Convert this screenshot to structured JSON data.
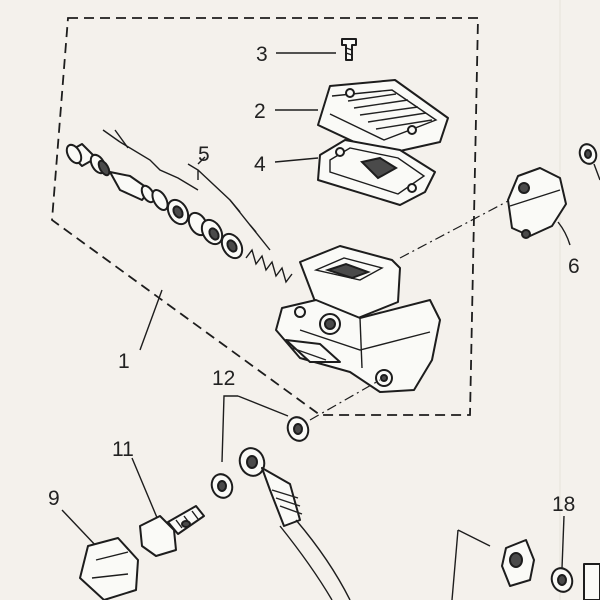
{
  "diagram": {
    "callouts": {
      "c1": "1",
      "c2": "2",
      "c3": "3",
      "c4": "4",
      "c5": "5",
      "c6": "6",
      "c9": "9",
      "c11": "11",
      "c12": "12",
      "c18": "18"
    }
  }
}
